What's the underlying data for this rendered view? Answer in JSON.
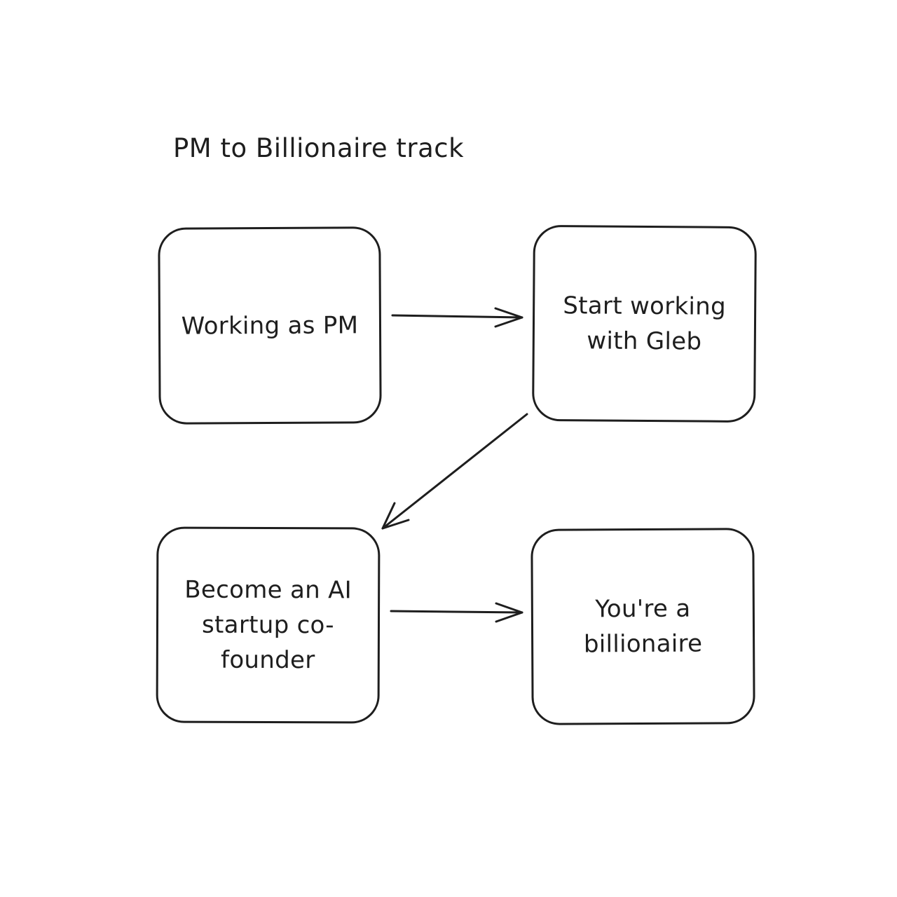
{
  "diagram": {
    "title": "PM to Billionaire track",
    "nodes": [
      {
        "id": "working-as-pm",
        "label": "Working as PM"
      },
      {
        "id": "start-working-with-gleb",
        "label": "Start working with Gleb"
      },
      {
        "id": "ai-startup-cofounder",
        "label": "Become an AI startup co-founder"
      },
      {
        "id": "billionaire",
        "label": "You're a billionaire"
      }
    ],
    "edges": [
      {
        "from": "working-as-pm",
        "to": "start-working-with-gleb"
      },
      {
        "from": "start-working-with-gleb",
        "to": "ai-startup-cofounder"
      },
      {
        "from": "ai-startup-cofounder",
        "to": "billionaire"
      }
    ],
    "colors": {
      "stroke": "#1e1e1e",
      "background": "#ffffff"
    }
  }
}
